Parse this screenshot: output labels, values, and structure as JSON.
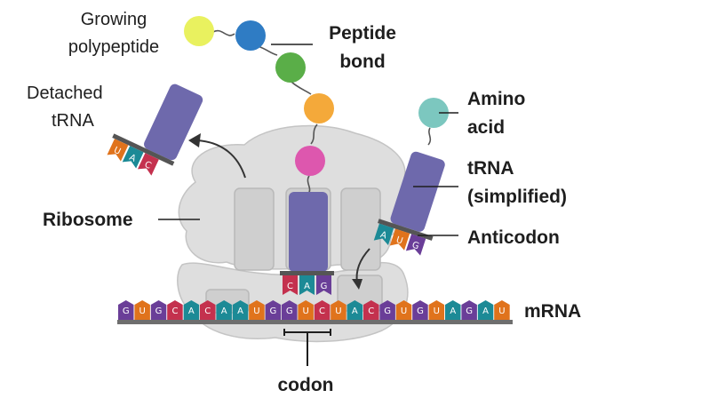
{
  "labels": {
    "growing_polypeptide": [
      "Growing",
      "polypeptide"
    ],
    "peptide_bond": [
      "Peptide",
      "bond"
    ],
    "detached_trna": [
      "Detached",
      "tRNA"
    ],
    "amino_acid": [
      "Amino",
      "acid"
    ],
    "trna": [
      "tRNA",
      "(simplified)"
    ],
    "ribosome": "Ribosome",
    "anticodon": "Anticodon",
    "mrna": "mRNA",
    "codon": "codon"
  },
  "mrna_sequence": [
    "G",
    "U",
    "G",
    "C",
    "A",
    "C",
    "A",
    "A",
    "U",
    "G",
    "G",
    "U",
    "C",
    "U",
    "A",
    "C",
    "G",
    "U",
    "G",
    "U",
    "A",
    "G",
    "A",
    "U"
  ],
  "detached_trna_anticodon": [
    "U",
    "A",
    "C"
  ],
  "center_trna_anticodon": [
    "C",
    "A",
    "G"
  ],
  "right_trna_anticodon": [
    "A",
    "U",
    "G"
  ],
  "polypeptide_colors": [
    "#e9f15f",
    "#2f7cc4",
    "#5aae48",
    "#f4a93a",
    "#dd57ae"
  ],
  "amino_acid_color": "#7cc7bf",
  "base_colors": {
    "G": "#6a3e98",
    "U": "#e0731c",
    "C": "#c4314e",
    "A": "#1c8a96"
  },
  "colors": {
    "trna": "#6e69ac",
    "ribosome": "#dedede",
    "ribosome_stroke": "#c4c4c4",
    "mrna_backbone": "#6e6e6e"
  }
}
